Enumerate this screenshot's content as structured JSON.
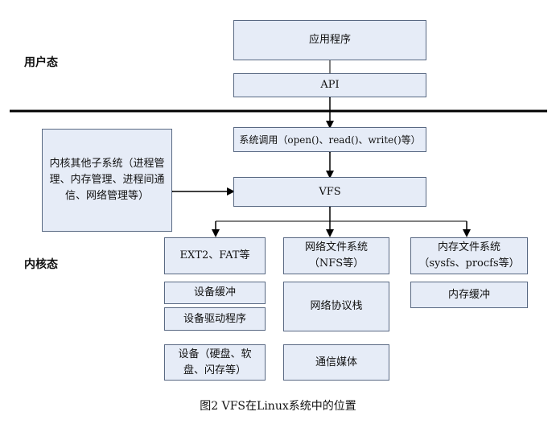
{
  "labels": {
    "user_space": "用户态",
    "kernel_space": "内核态"
  },
  "boxes": {
    "app": "应用程序",
    "api": "API",
    "syscall": "系统调用（open()、read()、write()等）",
    "other_subsystems": "内核其他子系统（进程管理、内存管理、进程间通信、网络管理等）",
    "vfs": "VFS",
    "ext2_fat": "EXT2、FAT等",
    "nfs": "网络文件系统（NFS等）",
    "memfs": "内存文件系统（sysfs、procfs等）",
    "dev_buffer": "设备缓冲",
    "dev_driver": "设备驱动程序",
    "devices": "设备（硬盘、软盘、闪存等）",
    "net_stack": "网络协议栈",
    "comm_media": "通信媒体",
    "mem_buffer": "内存缓冲"
  },
  "caption": "图2  VFS在Linux系统中的位置",
  "colors": {
    "box_fill": "#e6ecf7",
    "box_border": "#596983",
    "line": "#000000"
  }
}
